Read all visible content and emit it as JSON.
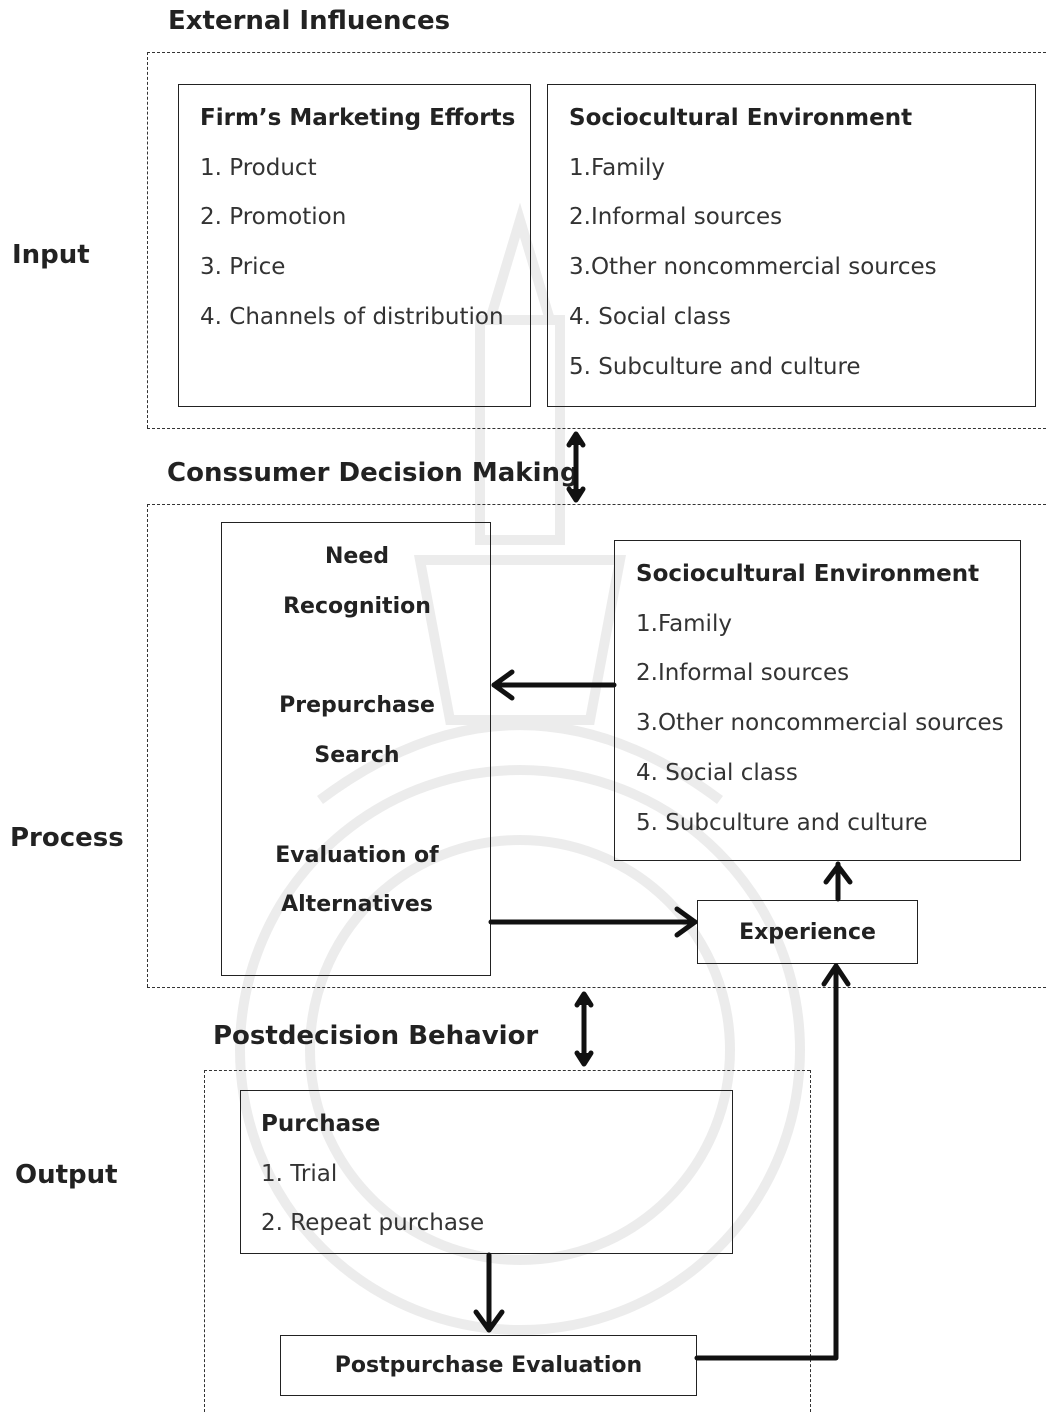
{
  "sections": {
    "external": "External Influences",
    "decision": "Conssumer Decision Making",
    "postdecision": "Postdecision Behavior"
  },
  "side_labels": {
    "input": "Input",
    "process": "Process",
    "output": "Output"
  },
  "marketing": {
    "title": "Firm’s Marketing Efforts",
    "items": [
      "1. Product",
      "2. Promotion",
      "3. Price",
      "4. Channels of distribution"
    ]
  },
  "socio_top": {
    "title": "Sociocultural Environment",
    "items": [
      "1.Family",
      "2.Informal sources",
      "3.Other noncommercial sources",
      "4. Social class",
      "5. Subculture and culture"
    ]
  },
  "socio_mid": {
    "title": "Sociocultural Environment",
    "items": [
      "1.Family",
      "2.Informal sources",
      "3.Other noncommercial sources",
      "4. Social class",
      "5. Subculture and culture"
    ]
  },
  "decision_steps": {
    "need_1": "Need",
    "need_2": "Recognition",
    "search_1": "Prepurchase",
    "search_2": "Search",
    "eval_1": "Evaluation of",
    "eval_2": "Alternatives"
  },
  "experience": "Experience",
  "purchase": {
    "title": "Purchase",
    "items": [
      "1. Trial",
      "2. Repeat purchase"
    ]
  },
  "postpurchase": "Postpurchase Evaluation"
}
